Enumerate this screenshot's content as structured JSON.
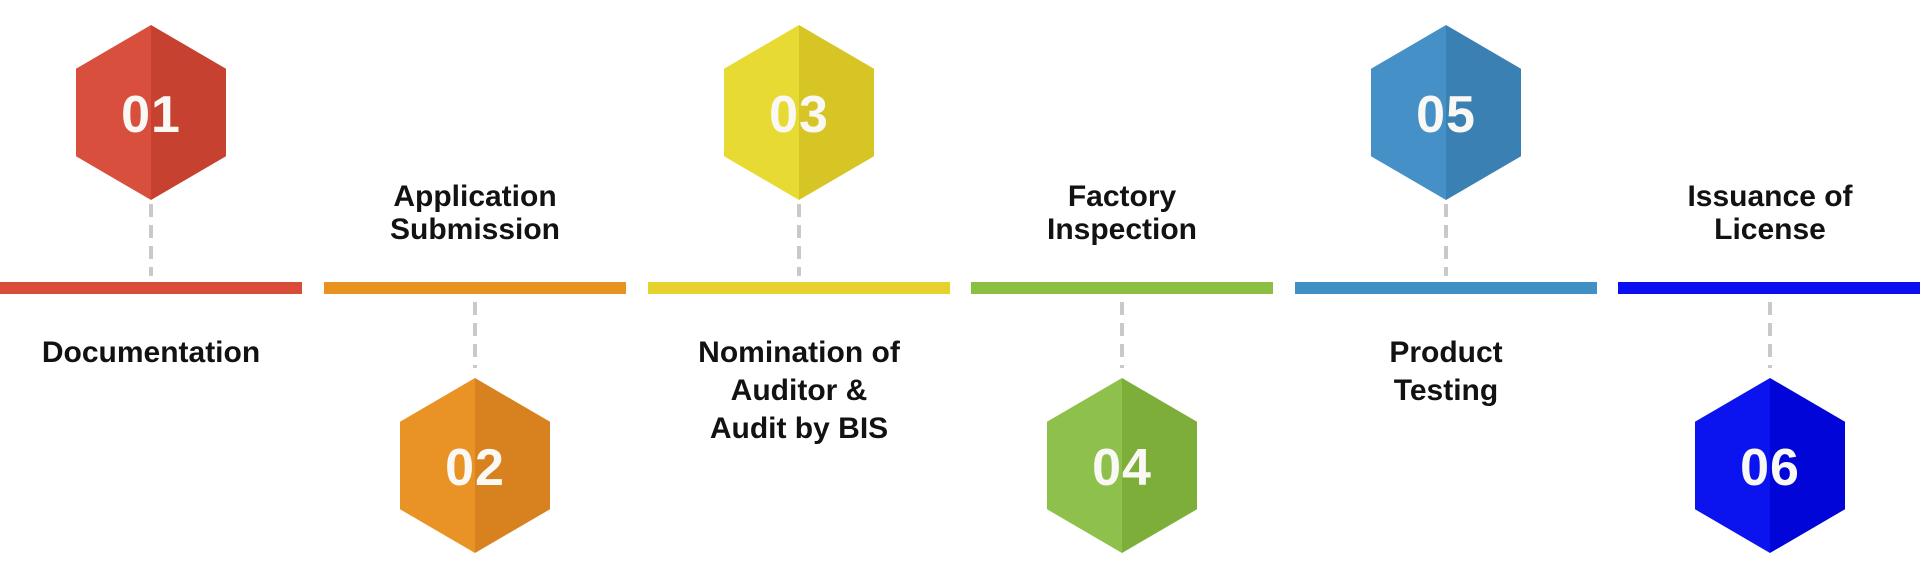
{
  "theme": {
    "background": "#FFFFFF",
    "connector_color": "#C9C9C9",
    "number_color": "#FAF8F5",
    "label_color": "#121212"
  },
  "steps": [
    {
      "number": "01",
      "label": "Documentation",
      "label_lines": [
        "Documentation"
      ],
      "hexagon_position": "above-timeline",
      "label_position": "below-timeline",
      "colors": {
        "bar": "#D94C3A",
        "hex_light": "#D8503D",
        "hex_dark": "#C6412F"
      }
    },
    {
      "number": "02",
      "label": "Application Submission",
      "label_lines": [
        "Application",
        "Submission"
      ],
      "hexagon_position": "below-timeline",
      "label_position": "above-timeline",
      "colors": {
        "bar": "#E8921F",
        "hex_light": "#E99226",
        "hex_dark": "#D8821F"
      }
    },
    {
      "number": "03",
      "label": "Nomination of Auditor & Audit by BIS",
      "label_lines": [
        "Nomination of",
        "Auditor &",
        "Audit by BIS"
      ],
      "hexagon_position": "above-timeline",
      "label_position": "below-timeline",
      "colors": {
        "bar": "#E5D22E",
        "hex_light": "#E7DA33",
        "hex_dark": "#D7C526"
      }
    },
    {
      "number": "04",
      "label": "Factory Inspection",
      "label_lines": [
        "Factory",
        "Inspection"
      ],
      "hexagon_position": "below-timeline",
      "label_position": "above-timeline",
      "colors": {
        "bar": "#8CBF41",
        "hex_light": "#8DC14B",
        "hex_dark": "#7CAE39"
      }
    },
    {
      "number": "05",
      "label": "Product Testing",
      "label_lines": [
        "Product",
        "Testing"
      ],
      "hexagon_position": "above-timeline",
      "label_position": "below-timeline",
      "colors": {
        "bar": "#4190C4",
        "hex_light": "#4591C7",
        "hex_dark": "#3A80B2"
      }
    },
    {
      "number": "06",
      "label": "Issuance of License",
      "label_lines": [
        "Issuance of",
        "License"
      ],
      "hexagon_position": "below-timeline",
      "label_position": "above-timeline",
      "colors": {
        "bar": "#0B0FF0",
        "hex_light": "#0B13EE",
        "hex_dark": "#0205D8"
      }
    }
  ]
}
